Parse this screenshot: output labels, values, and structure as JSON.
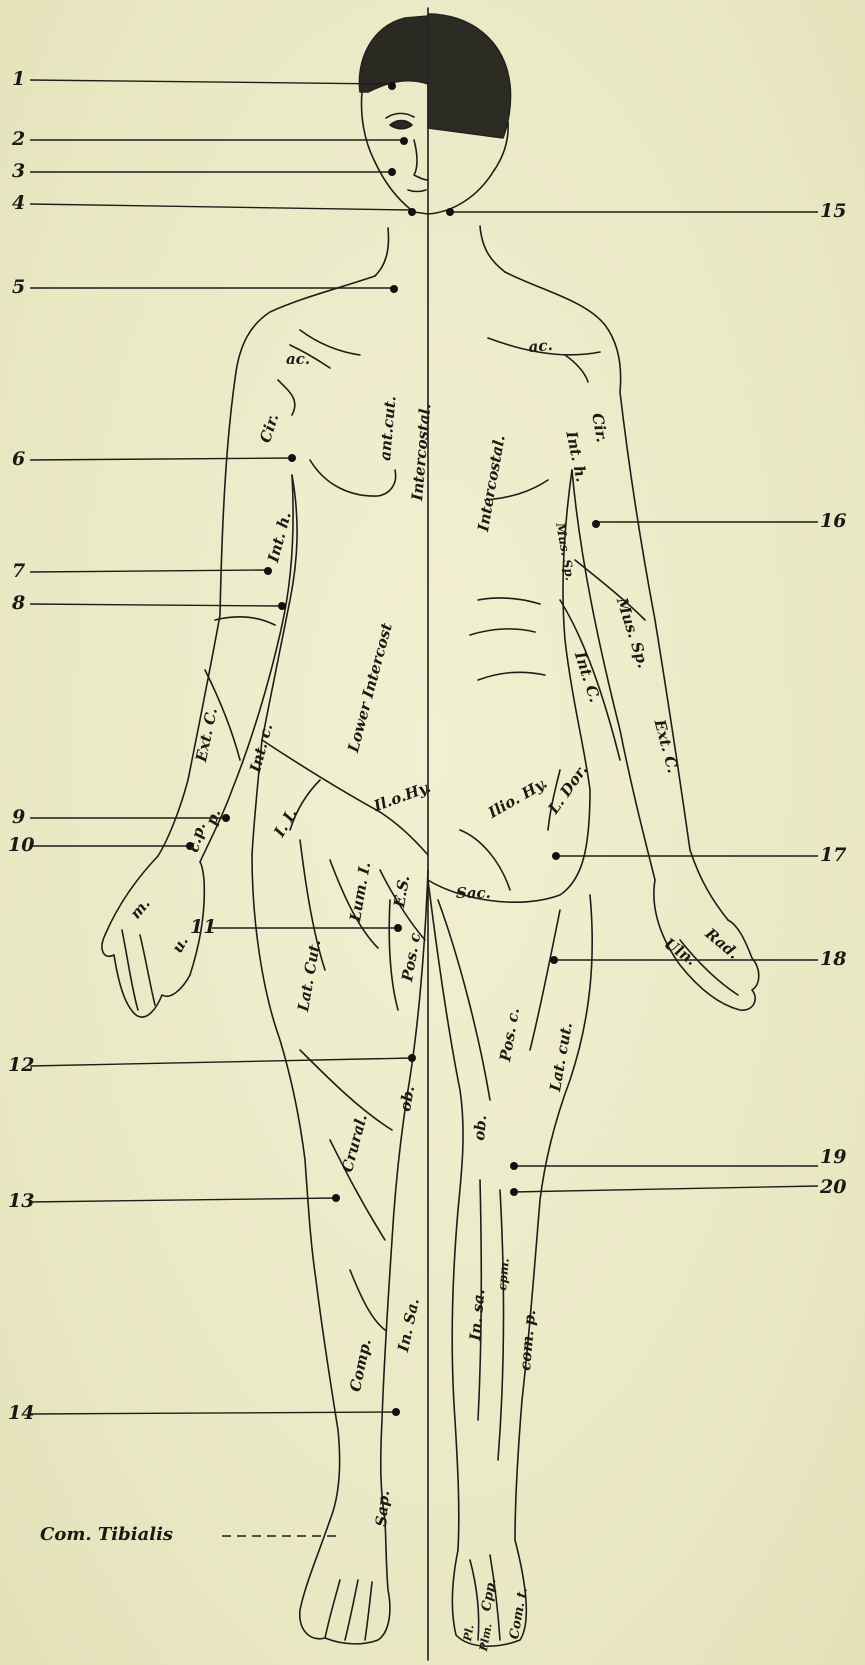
{
  "left_numbers": [
    "1",
    "2",
    "3",
    "4",
    "5",
    "6",
    "7",
    "8",
    "9",
    "10",
    "11",
    "12",
    "13",
    "14"
  ],
  "right_numbers": [
    "15",
    "16",
    "17",
    "18",
    "19",
    "20"
  ],
  "caption": "Com. Tibialis",
  "front_labels": {
    "ac": "ac.",
    "cir": "Cir.",
    "ant_cut": "ant.cut.",
    "intercostal": "Intercostal.",
    "int_h": "Int. h.",
    "lower_intercost": "Lower Intercost",
    "ext_c": "Ext. C.",
    "int_c": "Int. c.",
    "il_hy": "Il.o.Hy.",
    "i_i": "I. I.",
    "lum_i": "Lum. I.",
    "es": "E.S.",
    "m": "m.",
    "pr": "p.",
    "ulnar": "u.",
    "cp": "c.p.",
    "lat_cut": "Lat. Cut.",
    "pos_c": "Pos. c",
    "crural": "Crural.",
    "ob": "ob.",
    "comp": "Comp.",
    "in_sa": "In. Sa.",
    "sap": "Sap."
  },
  "back_labels": {
    "ac": "ac.",
    "cir": "Cir.",
    "intercostal": "Intercostal.",
    "int_h": "Int. h.",
    "mus_sp_upper": "Mus. Sp.",
    "mus_sp": "Mus. Sp.",
    "int_c": "Int. C.",
    "ext_c": "Ext. C.",
    "ilio_hy": "Ilio. Hy.",
    "l_dor": "L. Dor.",
    "sac": "Sac.",
    "uln": "Uln.",
    "rad": "Rad.",
    "pos_c": "Pos. c.",
    "lat_cut": "Lat. cut.",
    "ob": "ob.",
    "in_sa": "In. sa.",
    "cpm": "cpm.",
    "com_p": "com. p.",
    "cpp": "Cpp.",
    "com_t": "Com. t.",
    "pl": "Pl.",
    "plm": "Plm."
  },
  "colors": {
    "ink": "#1a1a14",
    "paper": "#ecebc8"
  }
}
